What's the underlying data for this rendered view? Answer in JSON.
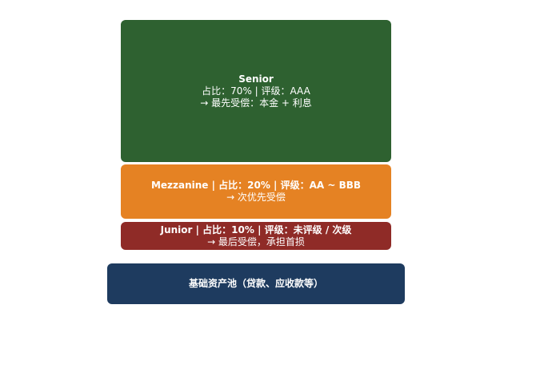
{
  "colors": {
    "senior": "#2e6130",
    "mezzanine": "#e58223",
    "junior": "#8f2b27",
    "pool": "#1e3b5f"
  },
  "tranches": {
    "senior": {
      "name": "Senior",
      "detail": "占比：70% | 评级：AAA",
      "priority": "→ 最先受偿：本金 + 利息"
    },
    "mezzanine": {
      "title": "Mezzanine | 占比：20% | 评级：AA ~ BBB",
      "priority": "→ 次优先受偿"
    },
    "junior": {
      "title": "Junior | 占比：10% | 评级：未评级 / 次级",
      "priority": "→ 最后受偿，承担首损"
    }
  },
  "pool": {
    "label": "基础资产池（贷款、应收款等）"
  }
}
